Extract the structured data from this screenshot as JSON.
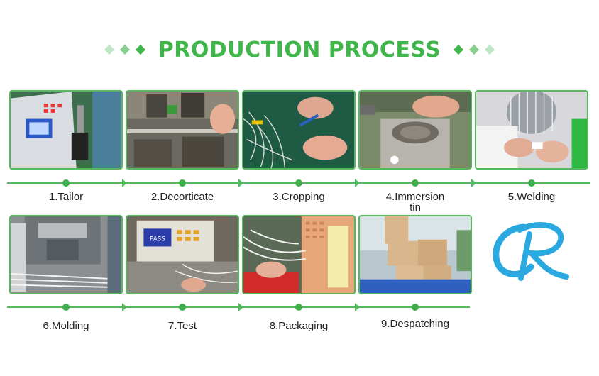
{
  "title": "PRODUCTION PROCESS",
  "accent_color": "#3fb649",
  "steps_row1": [
    {
      "label": "1.Tailor",
      "image": "cutting-machine-photo"
    },
    {
      "label": "2.Decorticate",
      "image": "wire-stripping-photo"
    },
    {
      "label": "3.Cropping",
      "image": "wire-cropping-photo"
    },
    {
      "label": "4.Immersion\ntin",
      "image": "tin-immersion-photo"
    },
    {
      "label": "5.Welding",
      "image": "welding-photo"
    }
  ],
  "steps_row2": [
    {
      "label": "6.Molding",
      "image": "molding-machine-photo"
    },
    {
      "label": "7.Test",
      "image": "test-machine-photo",
      "screen_text": "PASS"
    },
    {
      "label": "8.Packaging",
      "image": "packaging-photo"
    },
    {
      "label": "9.Despatching",
      "image": "boxes-on-pallet-photo"
    }
  ],
  "logo": {
    "name": "brand-logo",
    "color": "#2aa9e0"
  }
}
